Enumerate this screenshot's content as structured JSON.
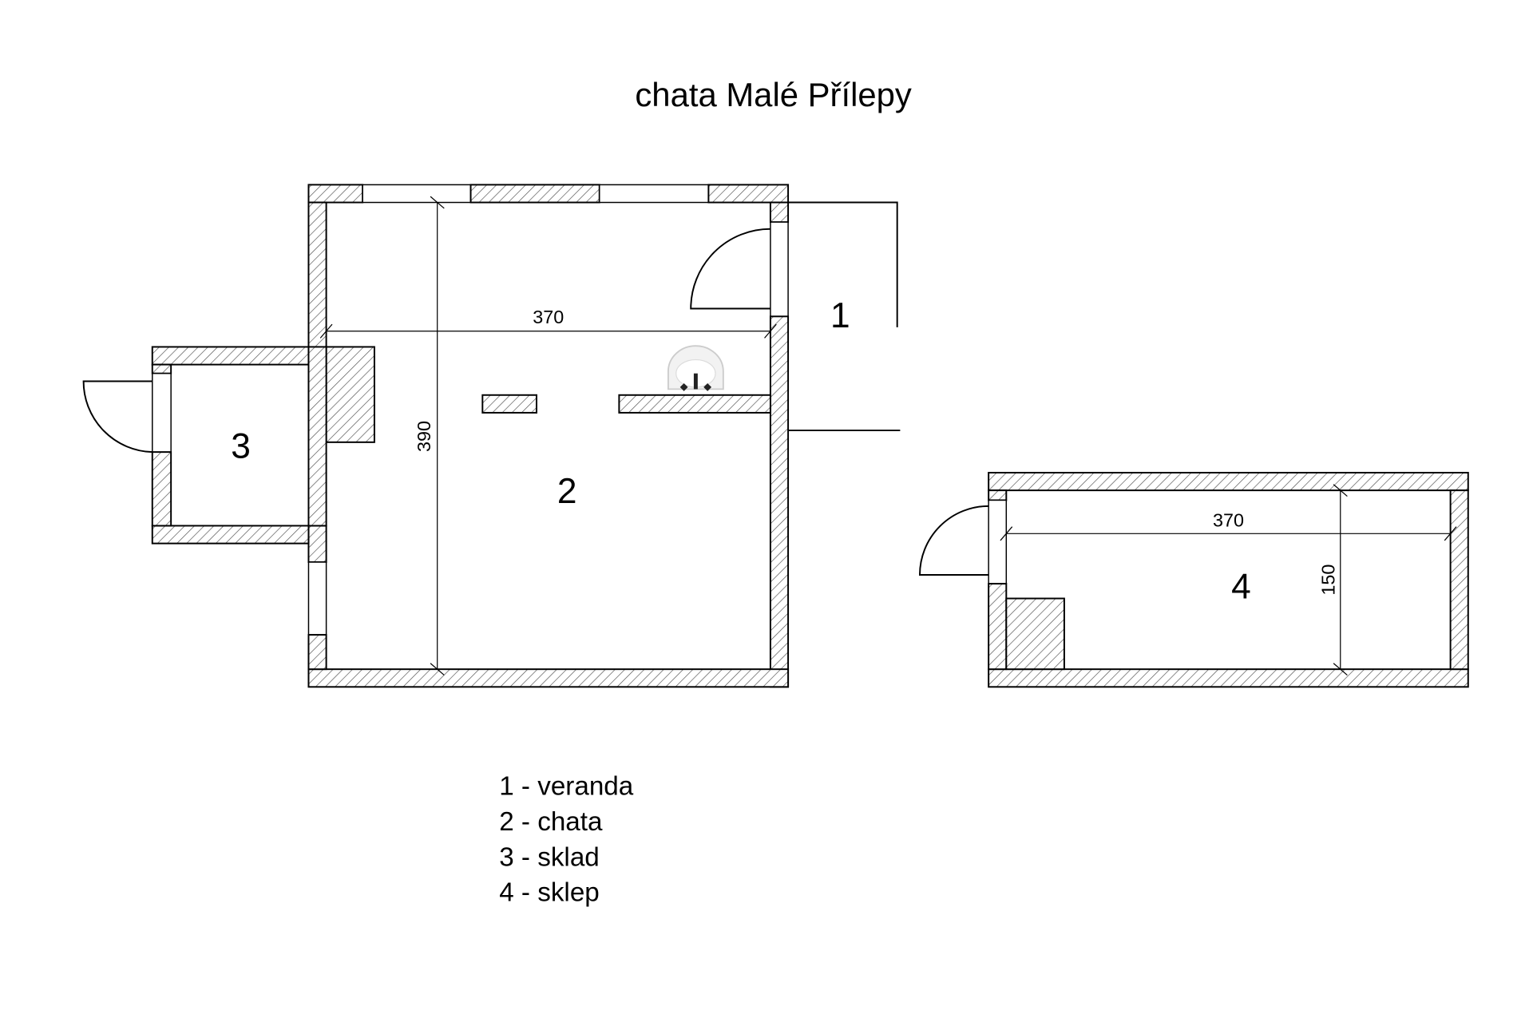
{
  "title": "chata Malé Přílepy",
  "rooms": [
    {
      "number": "1",
      "name": "veranda"
    },
    {
      "number": "2",
      "name": "chata"
    },
    {
      "number": "3",
      "name": "sklad"
    },
    {
      "number": "4",
      "name": "sklep"
    }
  ],
  "dimensions": {
    "chata_width": "370",
    "chata_depth": "390",
    "sklep_width": "370",
    "sklep_depth": "150"
  },
  "legend": [
    "1 - veranda",
    "2 - chata",
    "3 - sklad",
    "4 - sklep"
  ]
}
